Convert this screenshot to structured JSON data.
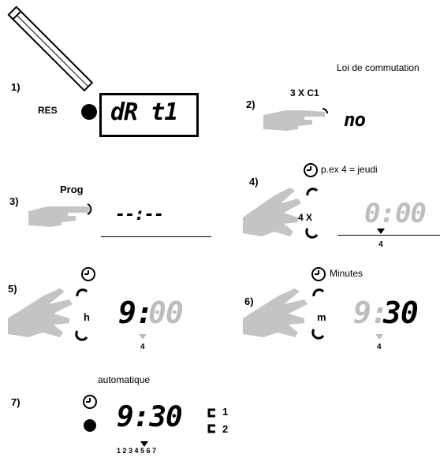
{
  "steps": {
    "s1": {
      "num": "1)",
      "res_label": "RES",
      "display": "dR t1"
    },
    "s2": {
      "num": "2)",
      "caption": "Loi de commutation",
      "button_label": "3 X C1",
      "display": "no"
    },
    "s3": {
      "num": "3)",
      "button_label": "Prog",
      "display": "--:--"
    },
    "s4": {
      "num": "4)",
      "note": "p.ex 4 = jeudi",
      "button_label": "4 X",
      "display": "0:00",
      "day_marker": "4"
    },
    "s5": {
      "num": "5)",
      "button_label": "h",
      "display_hour": "9:",
      "display_min": "00",
      "day_marker": "4"
    },
    "s6": {
      "num": "6)",
      "caption": "Minutes",
      "button_label": "m",
      "display_hour": "9:",
      "display_min": "30",
      "day_marker": "4"
    },
    "s7": {
      "num": "7)",
      "caption": "automatique",
      "display": "9:30",
      "channel1": "1",
      "channel2": "2",
      "days": "1 2 3 4 5 6 7"
    }
  },
  "icons": [
    "pencil-icon",
    "hand-icon",
    "clock-icon",
    "button-icon"
  ]
}
